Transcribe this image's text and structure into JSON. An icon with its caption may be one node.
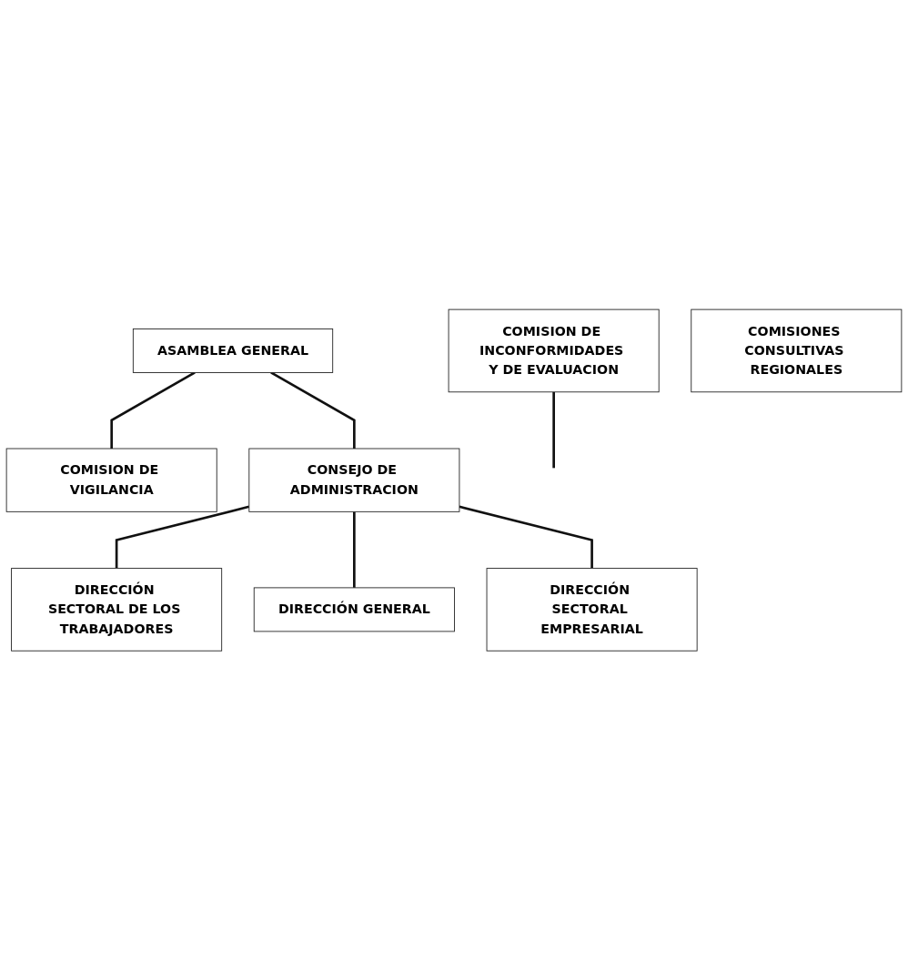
{
  "diagram": {
    "nodes": [
      {
        "text": [
          "ASAMBLEA GENERAL"
        ]
      },
      {
        "text": [
          "COMISION DE VIGILANCIA"
        ]
      },
      {
        "text": [
          "CONSEJO DE ADMINISTRACION"
        ]
      },
      {
        "text": [
          "COMISION DE INCONFORMIDADES Y DE EVALUACION"
        ]
      },
      {
        "text": [
          "COMISIONES CONSULTIVAS REGIONALES"
        ]
      },
      {
        "text": [
          "DIRECCIÓN SECTORAL DE LOS TRABAJADORES"
        ]
      },
      {
        "text": [
          "DIRECCIÓN GENERAL"
        ]
      },
      {
        "text": [
          "DIRECCIÓN SECTORAL EMPRESARIAL"
        ]
      }
    ],
    "edges": [
      {
        "from": 0,
        "to": 2,
        "arrow": "none"
      },
      {
        "from": 0,
        "to": 1,
        "arrow": "none"
      },
      {
        "from": 3,
        "to": null,
        "arrow": "none"
      },
      {
        "from": 2,
        "to": 5,
        "arrow": "none"
      },
      {
        "from": 2,
        "to": 6,
        "arrow": "none"
      },
      {
        "from": 2,
        "to": 7,
        "arrow": "none"
      }
    ]
  }
}
